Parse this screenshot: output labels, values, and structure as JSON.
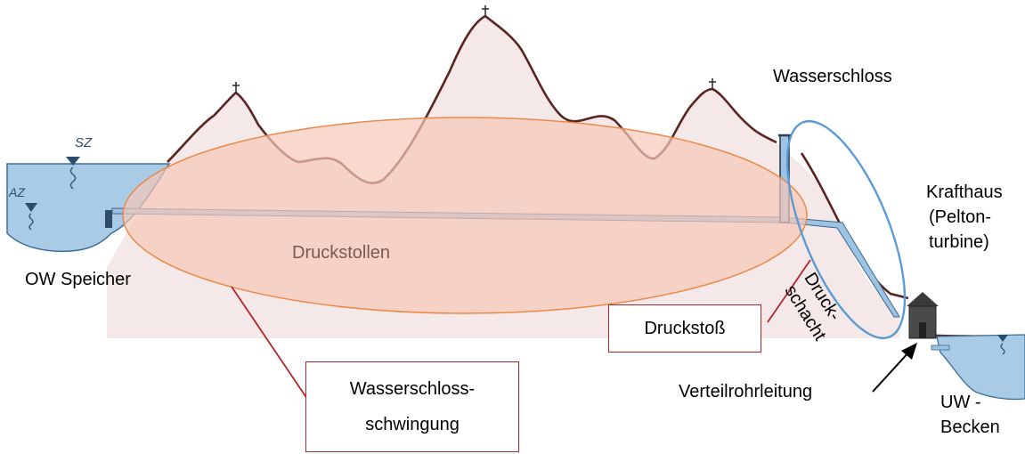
{
  "labels": {
    "sz": "SZ",
    "az": "AZ",
    "ow_speicher": "OW Speicher",
    "druckstollen": "Druckstollen",
    "wasserschloss": "Wasserschloss",
    "krafthaus": "Krafthaus",
    "pelton_1": "(Pelton-",
    "pelton_2": "turbine)",
    "druckschacht_1": "Druck-",
    "druckschacht_2": "schacht",
    "druckstoss": "Druckstoß",
    "wasserschloss_schwingung_1": "Wasserschloss-",
    "wasserschloss_schwingung_2": "schwingung",
    "verteilrohrleitung": "Verteilrohrleitung",
    "uw_becken_1": "UW -",
    "uw_becken_2": "Becken"
  },
  "colors": {
    "mountain_outline": "#5a2520",
    "mountain_fill": "#f5e8e8",
    "water": "#a9cbe6",
    "pipe": "#9cc3e3",
    "orange_ellipse_fill": "#f7c7b8",
    "orange_ellipse_stroke": "#ea8a4a",
    "blue_ellipse": "#5b9bd5",
    "callout_border": "#b3262a",
    "druckstollen_text": "#7a5a50"
  }
}
